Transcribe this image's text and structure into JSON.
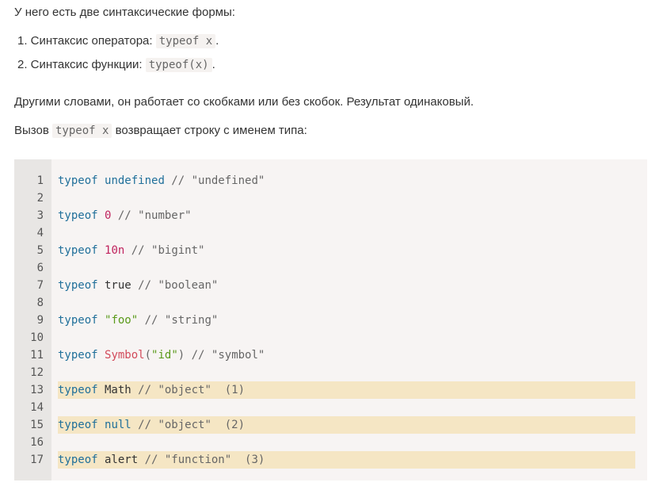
{
  "intro": "У него есть две синтаксические формы:",
  "forms": [
    {
      "text": "1. Синтаксис оператора: ",
      "code": "typeof x",
      "end": "."
    },
    {
      "text": "2. Синтаксис функции: ",
      "code": "typeof(x)",
      "end": "."
    }
  ],
  "other_words": "Другими словами, он работает со скобками или без скобок. Результат одинаковый.",
  "call_sentence": {
    "before": "Вызов ",
    "code": "typeof x",
    "after": " возвращает строку с именем типа:"
  },
  "code_lines": [
    {
      "num": "1",
      "highlight": false,
      "tokens": [
        {
          "t": "typeof",
          "c": "kw"
        },
        {
          "t": " ",
          "c": "id"
        },
        {
          "t": "undefined",
          "c": "kw"
        },
        {
          "t": " // \"undefined\"",
          "c": "cm"
        }
      ]
    },
    {
      "num": "2",
      "highlight": false,
      "tokens": []
    },
    {
      "num": "3",
      "highlight": false,
      "tokens": [
        {
          "t": "typeof",
          "c": "kw"
        },
        {
          "t": " ",
          "c": "id"
        },
        {
          "t": "0",
          "c": "num"
        },
        {
          "t": " // \"number\"",
          "c": "cm"
        }
      ]
    },
    {
      "num": "4",
      "highlight": false,
      "tokens": []
    },
    {
      "num": "5",
      "highlight": false,
      "tokens": [
        {
          "t": "typeof",
          "c": "kw"
        },
        {
          "t": " ",
          "c": "id"
        },
        {
          "t": "10n",
          "c": "num"
        },
        {
          "t": " // \"bigint\"",
          "c": "cm"
        }
      ]
    },
    {
      "num": "6",
      "highlight": false,
      "tokens": []
    },
    {
      "num": "7",
      "highlight": false,
      "tokens": [
        {
          "t": "typeof",
          "c": "kw"
        },
        {
          "t": " true",
          "c": "id"
        },
        {
          "t": " // \"boolean\"",
          "c": "cm"
        }
      ]
    },
    {
      "num": "8",
      "highlight": false,
      "tokens": []
    },
    {
      "num": "9",
      "highlight": false,
      "tokens": [
        {
          "t": "typeof",
          "c": "kw"
        },
        {
          "t": " ",
          "c": "id"
        },
        {
          "t": "\"foo\"",
          "c": "str"
        },
        {
          "t": " // \"string\"",
          "c": "cm"
        }
      ]
    },
    {
      "num": "10",
      "highlight": false,
      "tokens": []
    },
    {
      "num": "11",
      "highlight": false,
      "tokens": [
        {
          "t": "typeof",
          "c": "kw"
        },
        {
          "t": " ",
          "c": "id"
        },
        {
          "t": "Symbol",
          "c": "fn"
        },
        {
          "t": "(",
          "c": "pn"
        },
        {
          "t": "\"id\"",
          "c": "str"
        },
        {
          "t": ")",
          "c": "pn"
        },
        {
          "t": " // \"symbol\"",
          "c": "cm"
        }
      ]
    },
    {
      "num": "12",
      "highlight": false,
      "tokens": []
    },
    {
      "num": "13",
      "highlight": true,
      "tokens": [
        {
          "t": "typeof",
          "c": "kw"
        },
        {
          "t": " Math",
          "c": "id"
        },
        {
          "t": " // \"object\"  (1)",
          "c": "cm"
        }
      ]
    },
    {
      "num": "14",
      "highlight": false,
      "tokens": []
    },
    {
      "num": "15",
      "highlight": true,
      "tokens": [
        {
          "t": "typeof",
          "c": "kw"
        },
        {
          "t": " ",
          "c": "id"
        },
        {
          "t": "null",
          "c": "kw"
        },
        {
          "t": " // \"object\"  (2)",
          "c": "cm"
        }
      ]
    },
    {
      "num": "16",
      "highlight": false,
      "tokens": []
    },
    {
      "num": "17",
      "highlight": true,
      "tokens": [
        {
          "t": "typeof",
          "c": "kw"
        },
        {
          "t": " alert",
          "c": "id"
        },
        {
          "t": " // \"function\"  (3)",
          "c": "cm"
        }
      ]
    }
  ]
}
